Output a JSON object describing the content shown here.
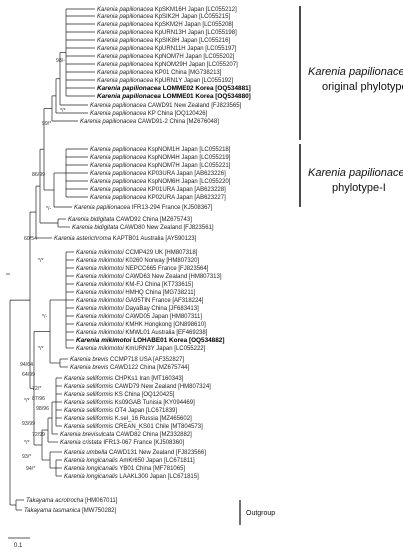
{
  "taxa": [
    {
      "genus": "Karenia",
      "species": "papilionacea",
      "rest": "KpSKM16H Japan [LC055212]"
    },
    {
      "genus": "Karenia",
      "species": "papilionacea",
      "rest": "KpSIK2H Japan [LC055215]"
    },
    {
      "genus": "Karenia",
      "species": "papilionacea",
      "rest": "KpSKM2H Japan [LC055208]"
    },
    {
      "genus": "Karenia",
      "species": "papilionacea",
      "rest": "KpURN13H Japan [LC055198]"
    },
    {
      "genus": "Karenia",
      "species": "papilionacea",
      "rest": "KpSIK8H Japan [LC055216]"
    },
    {
      "genus": "Karenia",
      "species": "papilionacea",
      "rest": "KpURN11H Japan [LC055197]"
    },
    {
      "genus": "Karenia",
      "species": "papilionacea",
      "rest": "KpNOM7H Japan [LC055202]"
    },
    {
      "genus": "Karenia",
      "species": "papilionacea",
      "rest": "KpNOM29H Japan [LC055207]"
    },
    {
      "genus": "Karenia",
      "species": "papilionacea",
      "rest": "KP01 China [MG738213]"
    },
    {
      "genus": "Karenia",
      "species": "papilionacea",
      "rest": "KpURN1Y Japan [LC055192]"
    },
    {
      "genus": "Karenia",
      "species": "papilionacea",
      "rest": "LOMME02 Korea [OQ534881]",
      "bold": true
    },
    {
      "genus": "Karenia",
      "species": "papilionacea",
      "rest": "LOMME01 Korea [OQ534880]",
      "bold": true
    },
    {
      "genus": "Karenia",
      "species": "papilionacea",
      "rest": "CAWD91 New Zealand [FJ823565]"
    },
    {
      "genus": "Karenia",
      "species": "papilionacea",
      "rest": "KP China [OQ120426]"
    },
    {
      "genus": "Karenia",
      "species": "papilionacea",
      "rest": "CAWD91-2 China [MZ676048]"
    },
    {
      "genus": "Karenia",
      "species": "papilionacea",
      "rest": "KspNOM1H Japan [LC055218]"
    },
    {
      "genus": "Karenia",
      "species": "papilionacea",
      "rest": "KspNOM4H Japan [LC055219]"
    },
    {
      "genus": "Karenia",
      "species": "papilionacea",
      "rest": "KspNOM7H Japan [LC055221]"
    },
    {
      "genus": "Karenia",
      "species": "papilionacea",
      "rest": "KP03URA Japan [AB623226]"
    },
    {
      "genus": "Karenia",
      "species": "papilionacea",
      "rest": "KspNOM6H Japan [LC055220]"
    },
    {
      "genus": "Karenia",
      "species": "papilionacea",
      "rest": "KP01URA Japan [AB623228]"
    },
    {
      "genus": "Karenia",
      "species": "papilionacea",
      "rest": "KP02URA Japan [AB623227]"
    },
    {
      "genus": "Karenia",
      "species": "papilionacea",
      "rest": "IFR13-294 France [KJ508367]"
    },
    {
      "genus": "Karenia",
      "species": "bidigitata",
      "rest": "CAWD92 China [MZ675743]"
    },
    {
      "genus": "Karenia",
      "species": "bidigitata",
      "rest": "CAWD80 New Zealand [FJ823561]"
    },
    {
      "genus": "Karenia",
      "species": "asterichroma",
      "rest": "KAPTB01 Australia [AY590123]"
    },
    {
      "genus": "Karenia",
      "species": "mikimotoi",
      "rest": "CCMP429 UK [HM807318]"
    },
    {
      "genus": "Karenia",
      "species": "mikimotoi",
      "rest": "K0260 Norway [HM807320]"
    },
    {
      "genus": "Karenia",
      "species": "mikimotoi",
      "rest": "NEPCC665 France [FJ823564]"
    },
    {
      "genus": "Karenia",
      "species": "mikimotoi",
      "rest": "CAWD63 New Zealand [HM807313]"
    },
    {
      "genus": "Karenia",
      "species": "mikimotoi",
      "rest": "KM-FJ China [KT733615]"
    },
    {
      "genus": "Karenia",
      "species": "mikimotoi",
      "rest": "HMHQ China [MG738211]"
    },
    {
      "genus": "Karenia",
      "species": "mikimotoi",
      "rest": "GA95TIN France [AF318224]"
    },
    {
      "genus": "Karenia",
      "species": "mikimotoi",
      "rest": "DayaBay China [JF683413]"
    },
    {
      "genus": "Karenia",
      "species": "mikimotoi",
      "rest": "CAWD05 Japan [HM807311]"
    },
    {
      "genus": "Karenia",
      "species": "mikimotoi",
      "rest": "KMHK Hongkong [ON898610]"
    },
    {
      "genus": "Karenia",
      "species": "mikimotoi",
      "rest": "KMWL01 Australia [EF469238]"
    },
    {
      "genus": "Karenia",
      "species": "mikimotoi",
      "rest": "LOHABE01 Korea [OQ534882]",
      "bold": true
    },
    {
      "genus": "Karenia",
      "species": "mikimotoi",
      "rest": "KmURN3Y Japan [LC055222]"
    },
    {
      "genus": "Karenia",
      "species": "brevis",
      "rest": "CCMP718 USA [AF352827]"
    },
    {
      "genus": "Karenia",
      "species": "brevis",
      "rest": "CAWD122 China [MZ675744]"
    },
    {
      "genus": "Karenia",
      "species": "selliformis",
      "rest": "CHPKs1 Iran [MT160343]"
    },
    {
      "genus": "Karenia",
      "species": "selliformis",
      "rest": "CAWD79 New Zealand [HM807324]"
    },
    {
      "genus": "Karenia",
      "species": "selliformis",
      "rest": "KS China [OQ120425]"
    },
    {
      "genus": "Karenia",
      "species": "selliformis",
      "rest": "Ks09GAB Tunisia [KY094469]"
    },
    {
      "genus": "Karenia",
      "species": "selliformis",
      "rest": "OT4 Japan [LC671839]"
    },
    {
      "genus": "Karenia",
      "species": "selliformis",
      "rest": "K.sel_16 Russia [MZ465602]"
    },
    {
      "genus": "Karenia",
      "species": "selliformis",
      "rest": "CREAN_KS01 Chile [MT804573]"
    },
    {
      "genus": "Karenia",
      "species": "brevisulcata",
      "rest": "CAWD82 China [MZ332882]"
    },
    {
      "genus": "Karenia",
      "species": "cristata",
      "rest": "IFR13-067 France [KJ508360]"
    },
    {
      "genus": "Karenia",
      "species": "umbella",
      "rest": "CAWD131 New Zealand [FJ823566]"
    },
    {
      "genus": "Karenia",
      "species": "longicanalis",
      "rest": "AmKr650 Japan [LC671811]"
    },
    {
      "genus": "Karenia",
      "species": "longicanalis",
      "rest": "YB01 China [MF781065]"
    },
    {
      "genus": "Karenia",
      "species": "longicanalis",
      "rest": "LAAKL300 Japan [LC671815]"
    },
    {
      "genus": "Takayama",
      "species": "acrotrocha",
      "rest": "[HM067011]"
    },
    {
      "genus": "Takayama",
      "species": "tasmanica",
      "rest": "[MW750282]"
    }
  ],
  "clade_labels": {
    "original": {
      "italic": "Karenia papilionacea",
      "plain": "original phylotype"
    },
    "phylotype1": {
      "italic": "Karenia papilionacea",
      "plain": "phylotype-I"
    },
    "outgroup": "Outgroup"
  },
  "support_values": [
    "98/-",
    "*/*",
    "99/*",
    "86/99",
    "*/-",
    "60/54",
    "*/*",
    "*/-",
    "*/*",
    "94/64",
    "64/99",
    "72/*",
    "87/96",
    "98/96",
    "93/99",
    "72/99",
    "*/*",
    "93/*",
    "94/*",
    "*/*"
  ],
  "scale_bar": {
    "label": "0.1"
  }
}
